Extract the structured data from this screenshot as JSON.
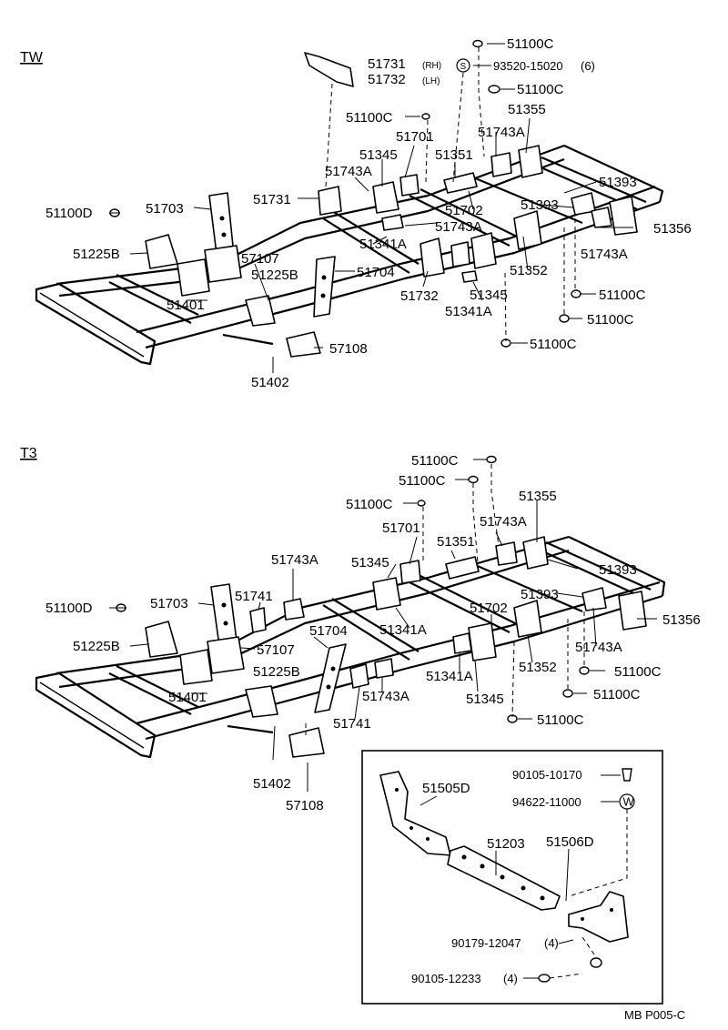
{
  "sections": {
    "tw": {
      "title": "TW",
      "labels": {
        "l51100c_a": "51100C",
        "l93520": "93520-15020",
        "l93520_qty": "(6)",
        "l51731": "51731",
        "l51731_rh": "(RH)",
        "l51732": "51732",
        "l51732_lh": "(LH)",
        "l51100c_b": "51100C",
        "l51100c_c": "51100C",
        "l51355": "51355",
        "l51743a_a": "51743A",
        "l51701": "51701",
        "l51345_a": "51345",
        "l51351": "51351",
        "l51743a_b": "51743A",
        "l51393_a": "51393",
        "l51100d": "51100D",
        "l51703": "51703",
        "l51731_b": "51731",
        "l51702": "51702",
        "l51393_b": "51393",
        "l51743a_c": "51743A",
        "l51356": "51356",
        "l51225b_a": "51225B",
        "l57107": "57107",
        "l51341a_a": "51341A",
        "l51743a_d": "51743A",
        "l51225b_b": "51225B",
        "l51704": "51704",
        "l51352": "51352",
        "l51401": "51401",
        "l51732_b": "51732",
        "l51345_b": "51345",
        "l51100c_d": "51100C",
        "l51341a_b": "51341A",
        "l51100c_e": "51100C",
        "l51100c_f": "51100C",
        "l57108": "57108",
        "l51402": "51402"
      },
      "symbol_s": "S"
    },
    "t3": {
      "title": "T3",
      "labels": {
        "l51100c_a": "51100C",
        "l51100c_b": "51100C",
        "l51100c_c": "51100C",
        "l51355": "51355",
        "l51743a_a": "51743A",
        "l51701": "51701",
        "l51743a_b": "51743A",
        "l51351": "51351",
        "l51345_a": "51345",
        "l51393_a": "51393",
        "l51100d": "51100D",
        "l51703": "51703",
        "l51741_a": "51741",
        "l51393_b": "51393",
        "l51702": "51702",
        "l51356": "51356",
        "l51225b_a": "51225B",
        "l51704": "51704",
        "l51341a_a": "51341A",
        "l57107": "57107",
        "l51352": "51352",
        "l51743a_c": "51743A",
        "l51225b_b": "51225B",
        "l51341a_b": "51341A",
        "l51401": "51401",
        "l51743a_d": "51743A",
        "l51100c_d": "51100C",
        "l51345_b": "51345",
        "l51100c_e": "51100C",
        "l51741_b": "51741",
        "l51100c_f": "51100C",
        "l51402": "51402",
        "l57108": "57108"
      }
    },
    "inset": {
      "labels": {
        "l90105_10170": "90105-10170",
        "l94622": "94622-11000",
        "l51505d": "51505D",
        "l51203": "51203",
        "l51506d": "51506D",
        "l90179": "90179-12047",
        "l90179_qty": "(4)",
        "l90105_12233": "90105-12233",
        "l90105_12233_qty": "(4)"
      },
      "symbol_w": "W"
    }
  },
  "footer": {
    "code": "MB  P005-C"
  }
}
